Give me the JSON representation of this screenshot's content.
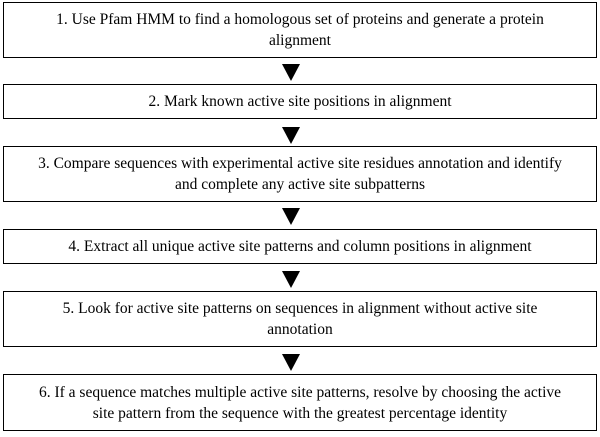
{
  "flowchart": {
    "steps": [
      "1. Use Pfam HMM to find a homologous set of proteins and generate a protein alignment",
      "2. Mark known active site positions in alignment",
      "3. Compare sequences with experimental active site residues annotation and identify and complete any active site subpatterns",
      "4. Extract all unique active site patterns and column positions in alignment",
      "5.  Look for active site patterns on sequences in alignment without active site annotation",
      "6.  If a sequence matches multiple active site patterns, resolve by choosing the active site pattern from the sequence with the greatest percentage identity"
    ]
  }
}
